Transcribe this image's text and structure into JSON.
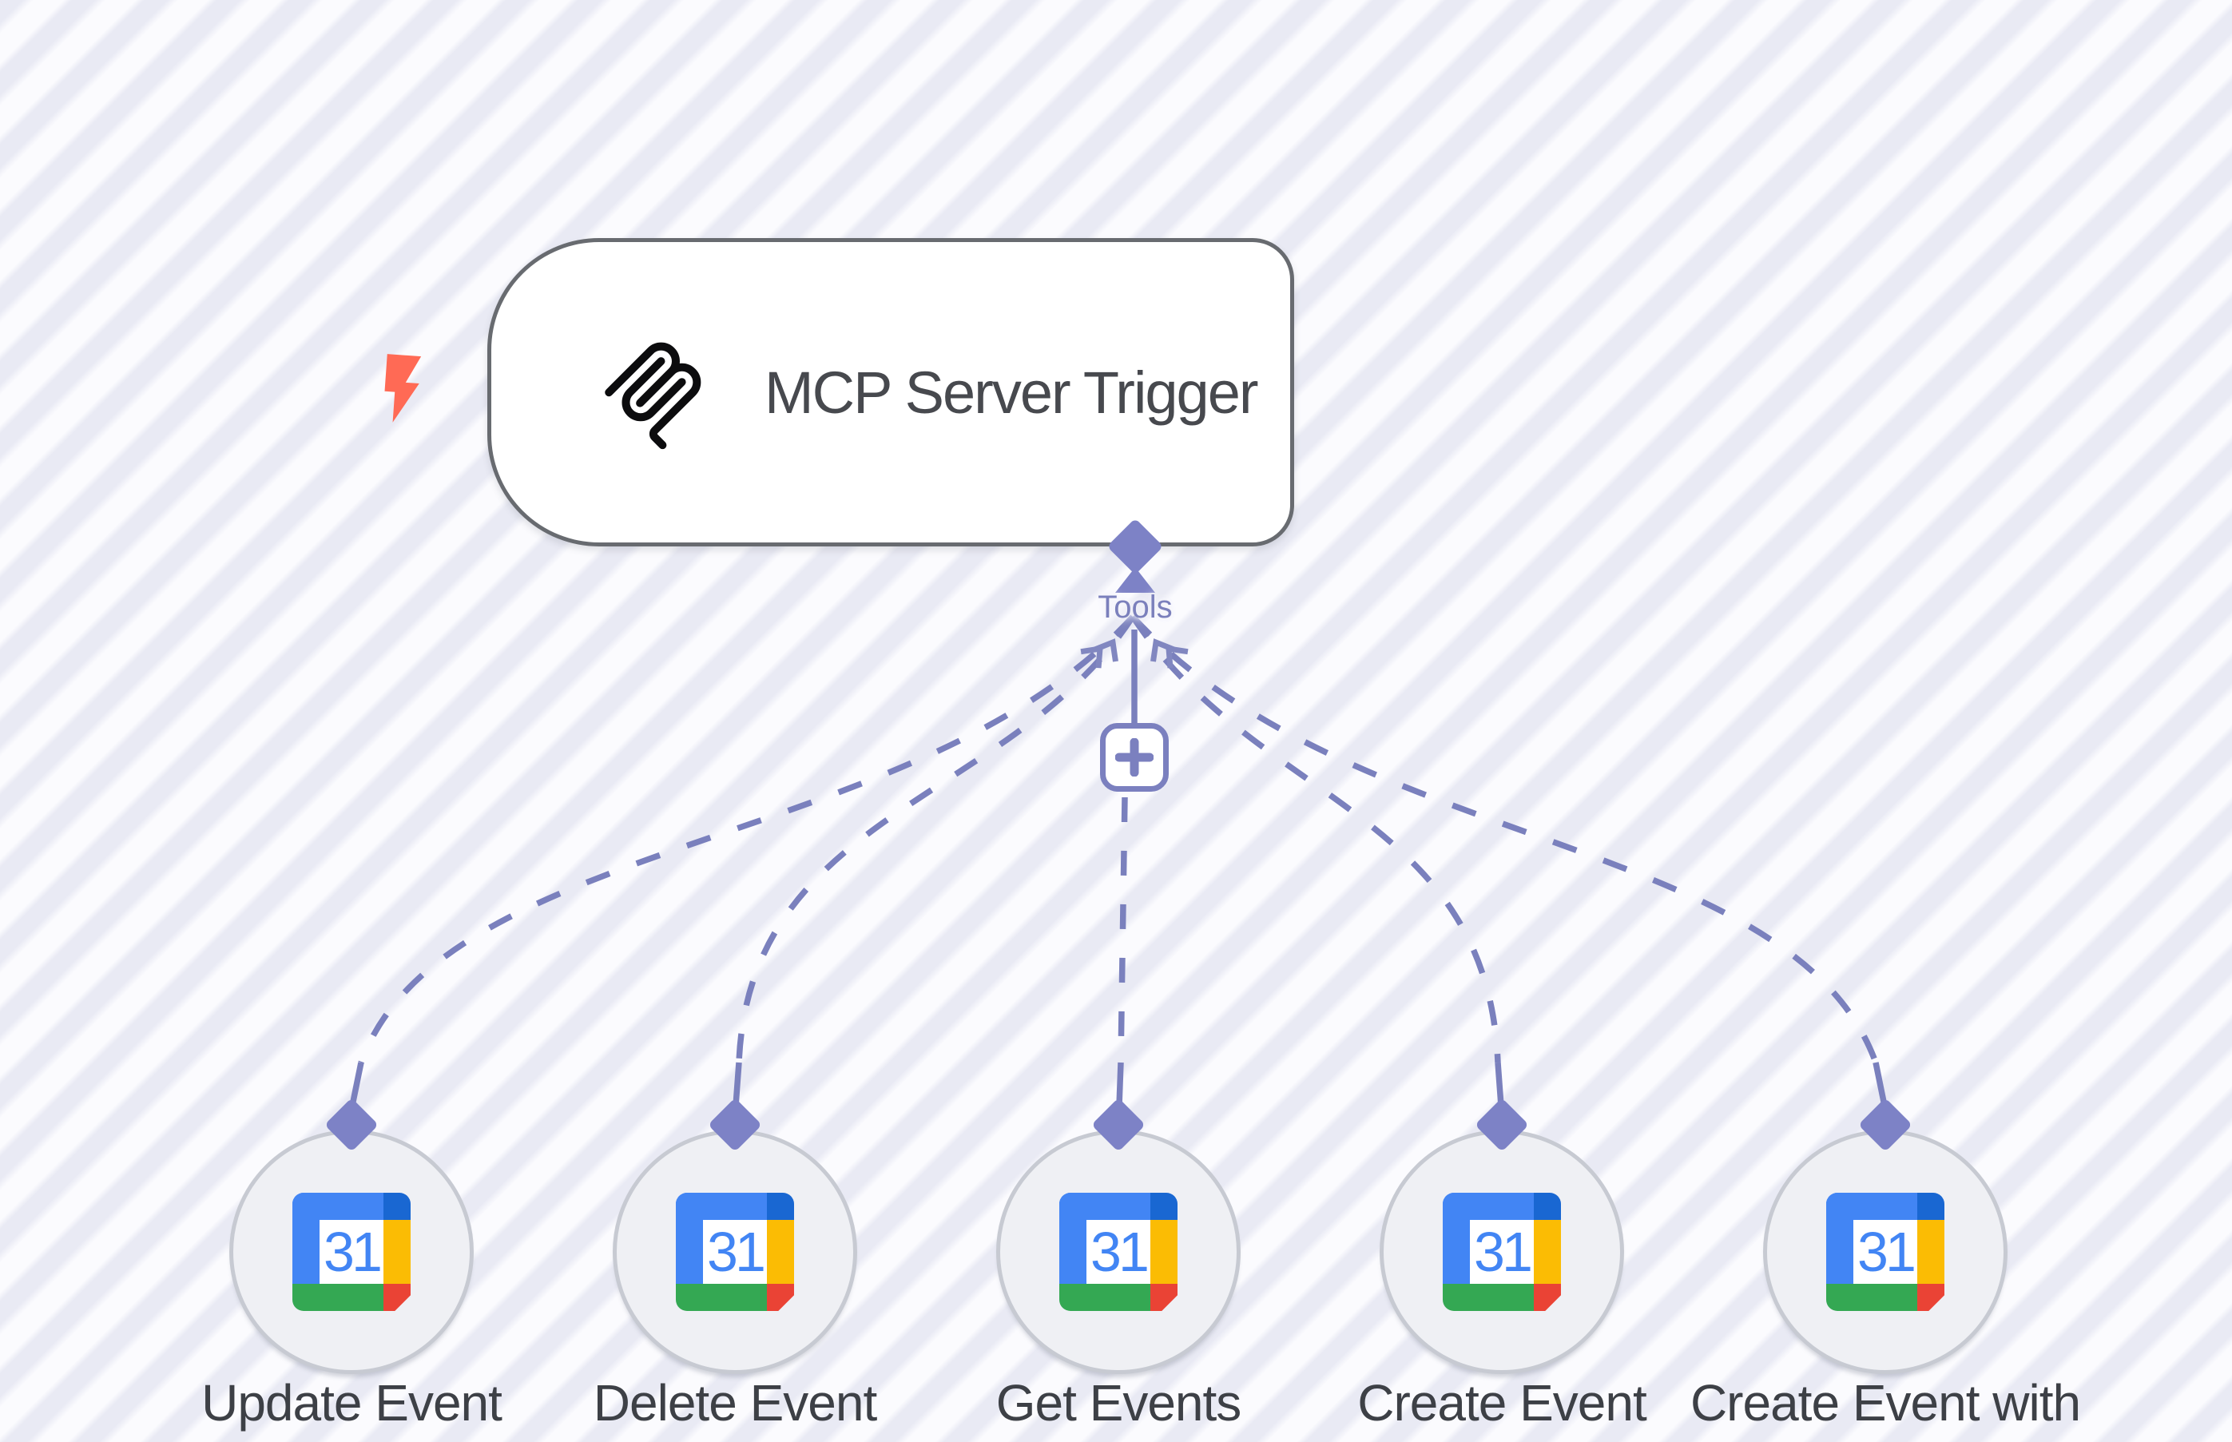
{
  "canvas": {
    "type": "workflow-editor-canvas",
    "stripe_light": "#fbfbfe",
    "stripe_dark": "#e9eaf4"
  },
  "trigger_node": {
    "title": "MCP Server Trigger",
    "icon": "mcp-logo-icon",
    "status_icon": "lightning-bolt-icon",
    "status_color": "#ff6a55",
    "border_color": "#686b70",
    "text_color": "#47494e"
  },
  "tools_port": {
    "label": "Tools",
    "color": "#7d82c6"
  },
  "add_button": {
    "icon": "plus-icon",
    "color": "#7b80bf"
  },
  "connections": {
    "style": "dashed",
    "color": "#7a80bd",
    "count": 5
  },
  "tool_nodes": [
    {
      "label": "Update Event",
      "icon": "google-calendar-icon",
      "icon_text": "31"
    },
    {
      "label": "Delete Event",
      "icon": "google-calendar-icon",
      "icon_text": "31"
    },
    {
      "label": "Get Events",
      "icon": "google-calendar-icon",
      "icon_text": "31"
    },
    {
      "label": "Create Event",
      "icon": "google-calendar-icon",
      "icon_text": "31"
    },
    {
      "label": "Create Event with",
      "icon": "google-calendar-icon",
      "icon_text": "31"
    }
  ],
  "google_calendar_colors": {
    "blue": "#4285F4",
    "dark_blue": "#1967D2",
    "yellow": "#FBBC04",
    "green": "#34A853",
    "red": "#EA4335"
  },
  "tool_node_style": {
    "circle_fill": "#eff0f4",
    "circle_border": "#c7cad2",
    "label_color": "#3d4046"
  }
}
